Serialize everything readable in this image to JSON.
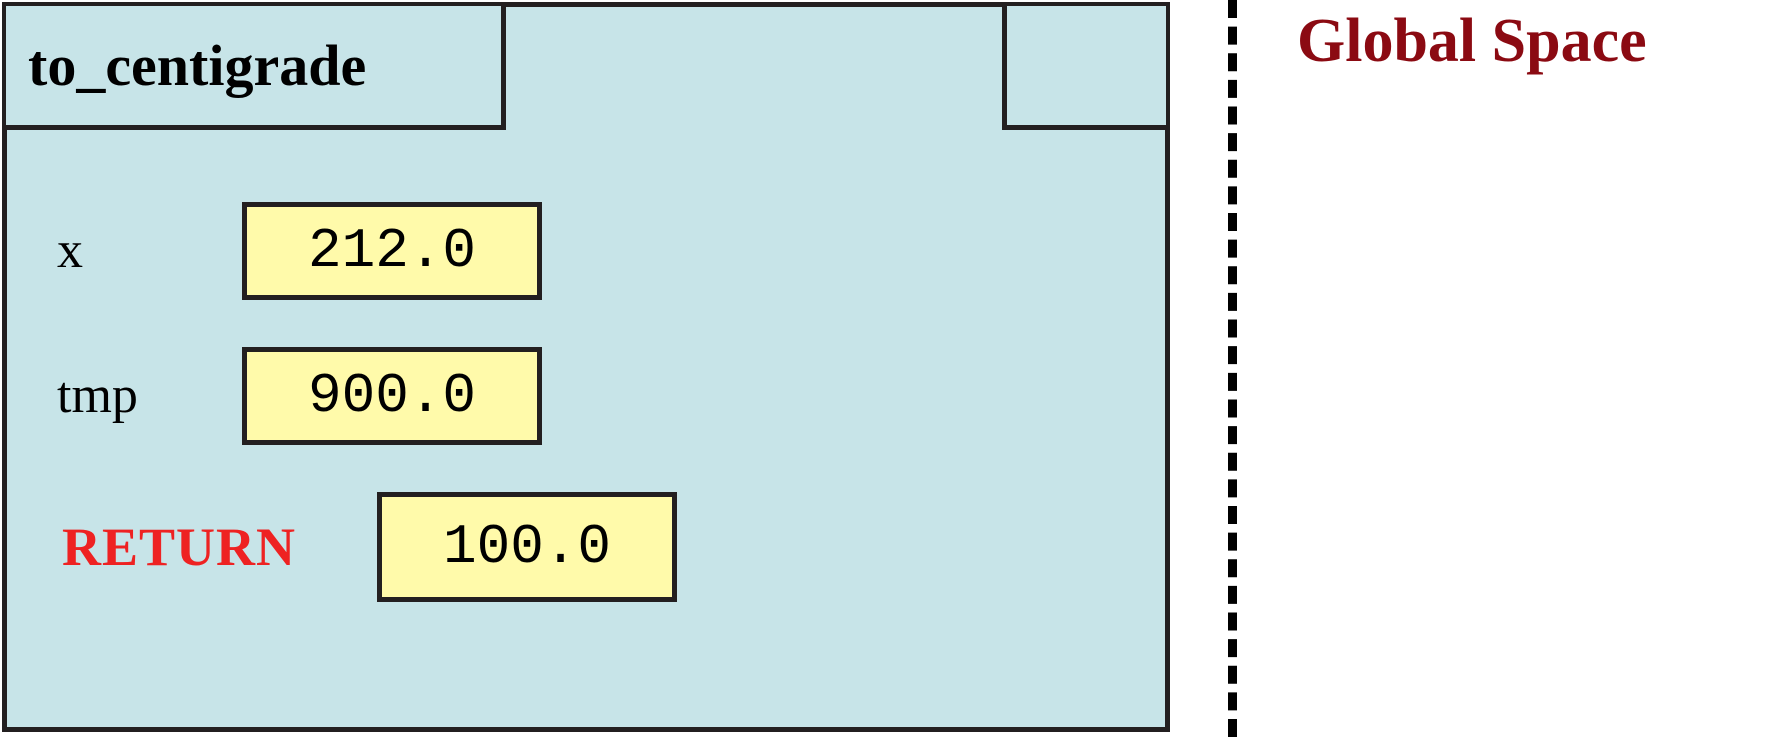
{
  "diagram": {
    "type": "python-call-frame-diagram",
    "colors": {
      "frame_background": "#c7e4e8",
      "value_box_background": "#fffaaa",
      "border": "#231f20",
      "return_text": "#ee2222",
      "global_space_text": "#8b0a12"
    }
  },
  "call_frame": {
    "function_name": "to_centigrade",
    "line_number": "",
    "variables": [
      {
        "name": "x",
        "value": "212.0"
      },
      {
        "name": "tmp",
        "value": "900.0"
      }
    ],
    "return_row": {
      "label": "RETURN",
      "value": "100.0"
    }
  },
  "global_space": {
    "title": "Global Space",
    "contents": []
  }
}
